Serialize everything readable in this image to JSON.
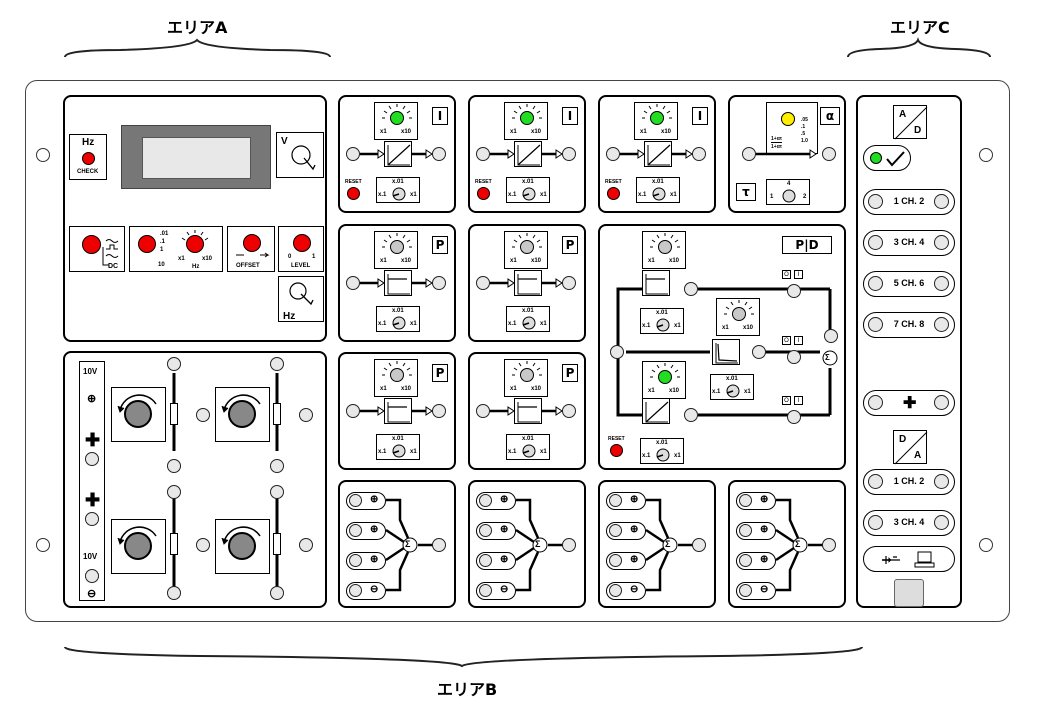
{
  "area_labels": {
    "a": "エリアA",
    "b": "エリアB",
    "c": "エリアC"
  },
  "areaA": {
    "hz_check": {
      "title": "Hz",
      "label": "CHECK"
    },
    "voltmeter_label": "V",
    "hz_knob_label": "Hz",
    "waveform_label": "DC",
    "range_labels": [
      ".01",
      ".1",
      "1",
      "10"
    ],
    "freq_labels": [
      "x1",
      "x10",
      "Hz"
    ],
    "offset_label": "OFFSET",
    "level_labels": [
      "0",
      "1",
      "LEVEL"
    ],
    "pot_labels": {
      "top": "10V",
      "bottom": "10V",
      "plus": "⊕",
      "minus": "⊖"
    }
  },
  "areaB": {
    "gain_labels": [
      "x1",
      "x10"
    ],
    "switch_labels": [
      "x.01",
      "x.1",
      "x1"
    ],
    "reset_label": "RESET",
    "i_label": "I",
    "p_label": "P",
    "alpha_label": "α",
    "tau_label": "τ",
    "alpha_values": [
      ".05",
      ".1",
      ".5",
      "1.0"
    ],
    "lag_formula": {
      "num": "1+ατ",
      "den": "1+ατ"
    },
    "tau_switch": [
      "4",
      "1",
      "2"
    ],
    "pid_label": "P|D",
    "pid_switch_labels": [
      "O",
      "I"
    ],
    "sigma": "Σ"
  },
  "areaC": {
    "ad_top": "A",
    "ad_bottom": "D",
    "da_top": "D",
    "da_bottom": "A",
    "ad_channels": [
      "1  CH.  2",
      "3  CH.  4",
      "5  CH.  6",
      "7  CH.  8"
    ],
    "da_channels": [
      "1  CH.  2",
      "3  CH.  4"
    ],
    "check_icon": "check-icon",
    "usb_icon": "usb-icon",
    "computer_icon": "computer-icon"
  },
  "colors": {
    "led_green": "#22dd22",
    "led_red": "#ee1111",
    "led_yellow": "#ffee00",
    "led_off": "#c8c8c8",
    "display": "#777777"
  }
}
